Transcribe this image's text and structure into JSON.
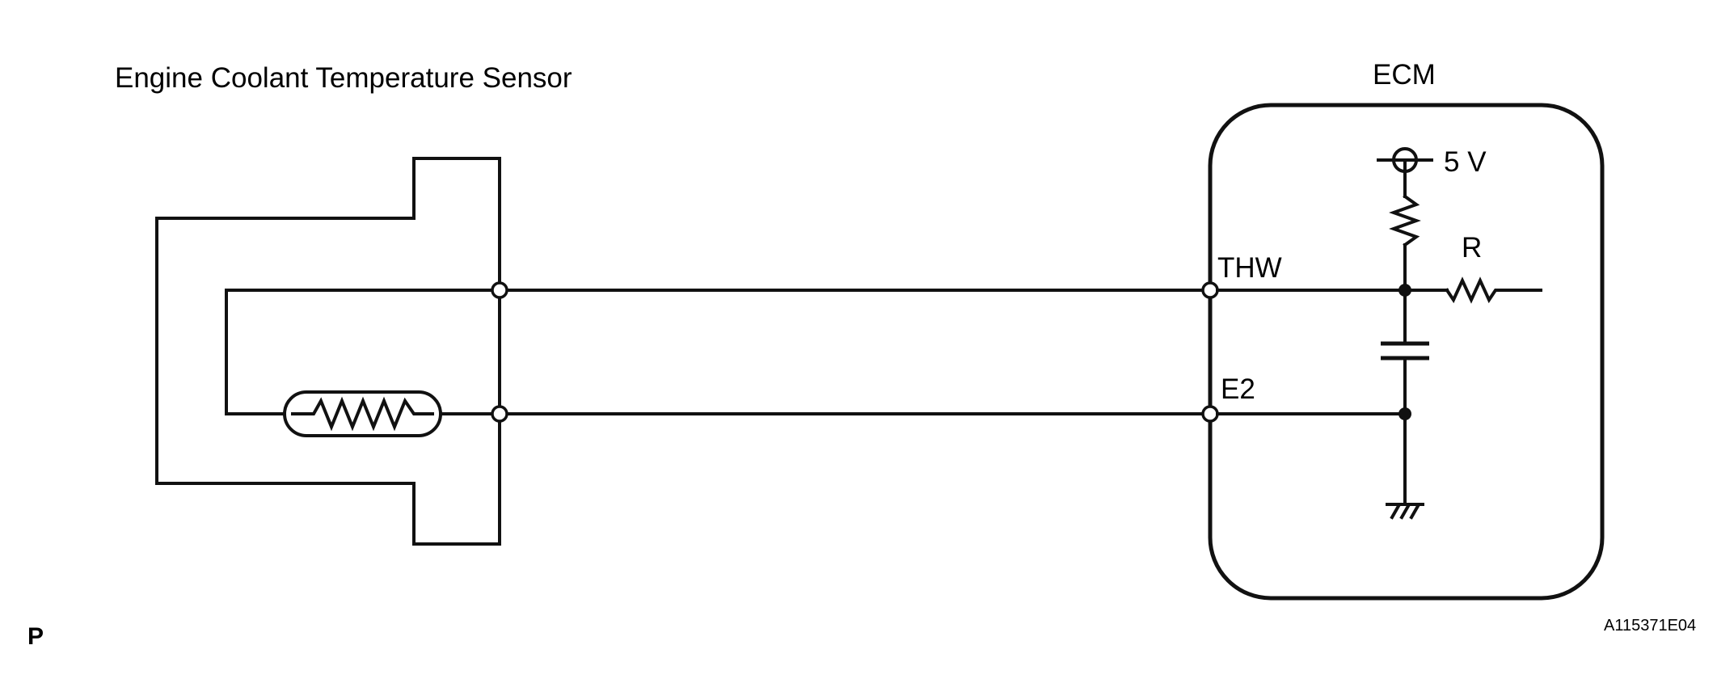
{
  "sensor_title": "Engine Coolant Temperature Sensor",
  "ecm_title": "ECM",
  "supply_voltage_label": "5 V",
  "resistor_label": "R",
  "terminal_thw_label": "THW",
  "terminal_e2_label": "E2",
  "corner_mark": "P",
  "figure_code": "A115371E04"
}
